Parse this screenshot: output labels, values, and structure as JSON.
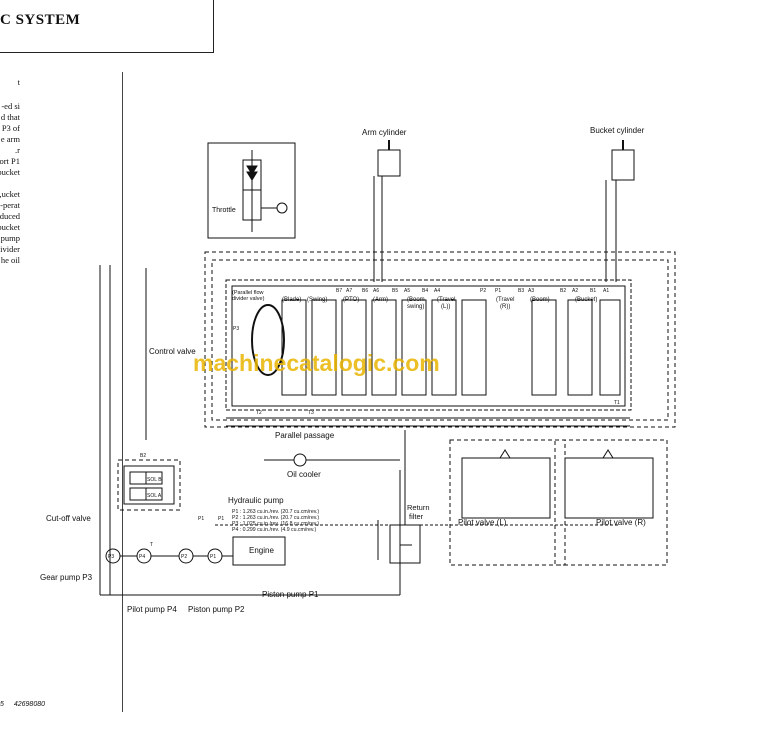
{
  "header": {
    "title": "C SYSTEM"
  },
  "left_text": [
    "t",
    "ed si-",
    "d that",
    "P3 of",
    "e arm",
    "r.",
    "ort P1",
    "bucket",
    "",
    "ucket,",
    "perat-",
    "duced.",
    "bucket",
    "pump",
    "ivider",
    "he oil"
  ],
  "diagram": {
    "labels": {
      "arm_cylinder": "Arm cylinder",
      "bucket_cylinder": "Bucket cylinder",
      "throttle": "Throttle",
      "control_valve": "Control valve",
      "parallel_flow_divider": "(Parallel flow",
      "parallel_flow_divider2": "divider valve)",
      "blade": "(Blade)",
      "swing": "(Swing)",
      "pto": "(PTO)",
      "arm": "(Arm)",
      "boom_swing": "(Boom",
      "boom_swing2": "swing)",
      "travel_l": "(Travel",
      "travel_l2": "(L))",
      "travel_r": "(Travel",
      "travel_r2": "(R))",
      "boom": "(Boom)",
      "bucket": "(Bucket)",
      "parallel_passage": "Parallel passage",
      "oil_cooler": "Oil cooler",
      "hydraulic_pump": "Hydraulic pump",
      "return_filter": "Return",
      "return_filter2": "filter",
      "pilot_valve_l": "Pilot valve (L)",
      "pilot_valve_r": "Pilot valve (R)",
      "cut_off_valve": "Cut-off valve",
      "engine": "Engine",
      "gear_pump": "Gear pump P3",
      "pilot_pump": "Pilot pump P4",
      "piston_pump_p2": "Piston pump P2",
      "piston_pump_p1": "Piston pump P1",
      "sol_b": "SOL B",
      "sol_a": "SOL A"
    },
    "pump_specs": [
      "P1 : 1.263 cu.in./rev. (20.7 cu.cm/rev.)",
      "P2 : 1.263 cu.in./rev. (20.7 cu.cm/rev.)",
      "P3 : 1.025 cu.in./rev. (16.8 cu.cm/rev.)",
      "P4 : 0.299 cu.in./rev. (4.9 cu.cm/rev.)"
    ],
    "port_labels": [
      "B7",
      "A7",
      "B6",
      "A6",
      "B5",
      "A5",
      "B4",
      "A4",
      "P2",
      "P1",
      "B3",
      "A3",
      "B2",
      "A2",
      "B1",
      "A1",
      "T2",
      "T1",
      "T3",
      "P3",
      "B2",
      "P1",
      "P1",
      "T"
    ],
    "pump_marks": [
      "P3",
      "P4",
      "P2",
      "P1"
    ]
  },
  "watermark": "machinecatalogic.com",
  "footer": {
    "page": "5",
    "code": "42698080"
  }
}
